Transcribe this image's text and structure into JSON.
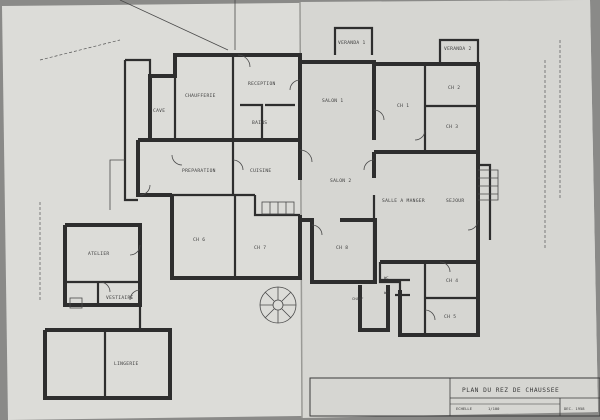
{
  "plan": {
    "title": "PLAN DU REZ DE CHAUSSEE",
    "scale_label": "ECHELLE",
    "scale_value": "1/100",
    "date_label": "DEC. 1958"
  },
  "rooms": {
    "veranda1": "VERANDA 1",
    "veranda2": "VERANDA 2",
    "chaufferie": "CHAUFFERIE",
    "cave": "CAVE",
    "reception": "RECEPTION",
    "bains": "BAINS",
    "salon1": "SALON 1",
    "ch1": "CH 1",
    "ch2": "CH 2",
    "ch3": "CH 3",
    "preparation": "PREPARATION",
    "cuisine": "CUISINE",
    "salon2": "SALON 2",
    "salle_a_manger": "SALLE A MANGER",
    "sejour": "SEJOUR",
    "ch6": "CH 6",
    "ch7": "CH 7",
    "ch8": "CH 8",
    "ch4": "CH 4",
    "ch5": "CH 5",
    "atelier": "ATELIER",
    "vestiaire": "VESTIAIRE",
    "lingerie": "LINGERIE",
    "chauf": "CHAUF",
    "wc1": "WC",
    "wc2": "WC"
  }
}
